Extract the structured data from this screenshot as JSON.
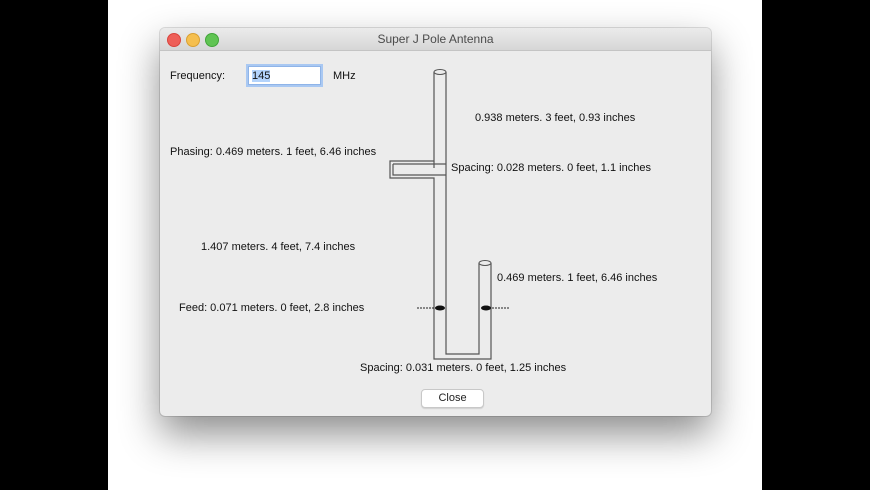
{
  "window": {
    "title": "Super J Pole Antenna"
  },
  "frequency": {
    "label": "Frequency:",
    "value": "145",
    "unit": "MHz"
  },
  "measurements": {
    "top_section": "0.938 meters.  3 feet, 0.93 inches",
    "phasing": "Phasing: 0.469 meters.  1 feet, 6.46 inches",
    "phasing_spacing": "Spacing: 0.028 meters.  0 feet, 1.1 inches",
    "main_section": "1.407 meters.  4 feet, 7.4 inches",
    "stub": "0.469 meters.  1 feet, 6.46 inches",
    "feed": "Feed: 0.071 meters.  0 feet, 2.8 inches",
    "bottom_spacing": "Spacing: 0.031 meters.  0 feet, 1.25 inches"
  },
  "buttons": {
    "close": "Close"
  },
  "colors": {
    "window_bg": "#ececec",
    "traffic_close": "#ee5f58",
    "traffic_minimize": "#f5bf4f",
    "traffic_maximize": "#60c453",
    "focus_ring": "#a9c8f2"
  }
}
